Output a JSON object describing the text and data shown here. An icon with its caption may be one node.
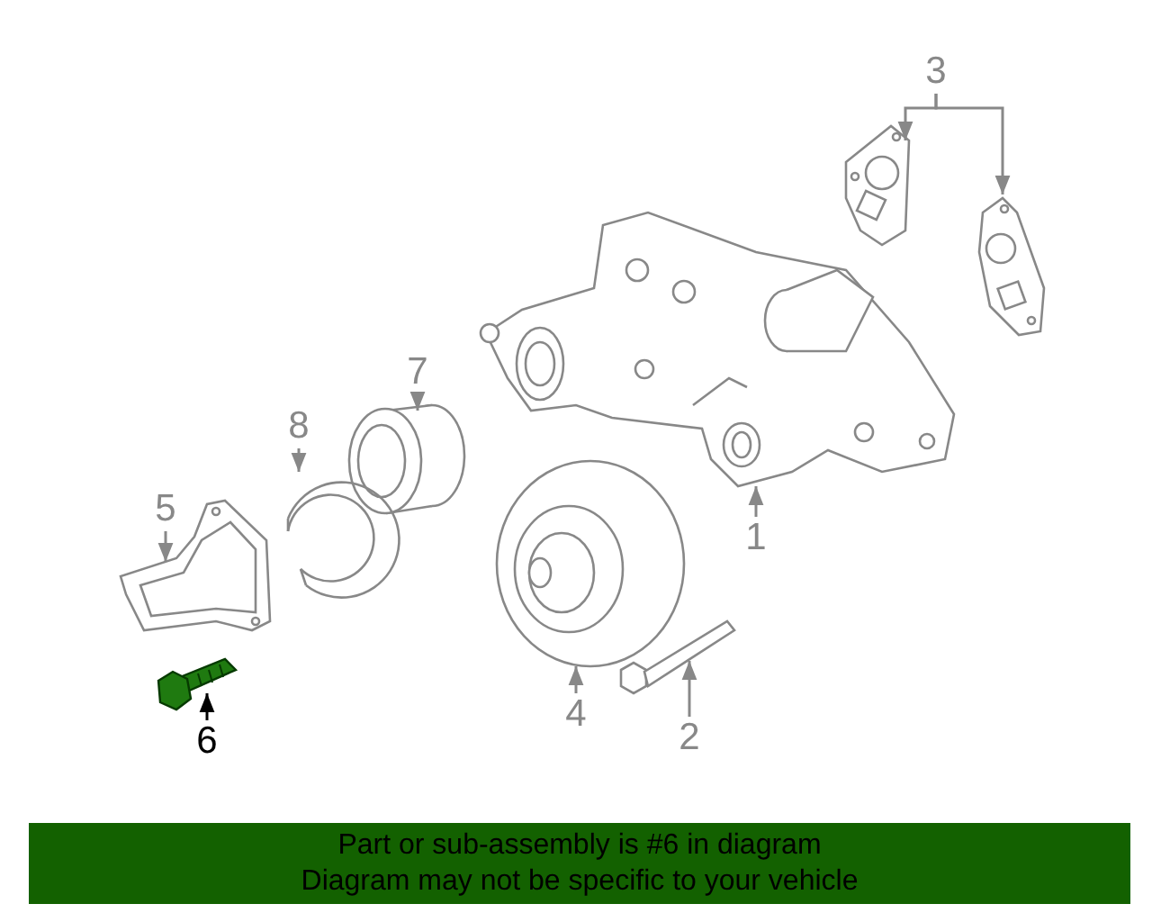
{
  "diagram": {
    "nodes": [
      {
        "text": [
          "3"
        ]
      },
      {
        "text": [],
        "shape": "picture"
      },
      {
        "text": [],
        "shape": "picture"
      },
      {
        "text": [
          "7"
        ]
      },
      {
        "text": [],
        "shape": "picture"
      },
      {
        "text": [
          "8"
        ]
      },
      {
        "text": [],
        "shape": "picture"
      },
      {
        "text": [],
        "shape": "picture"
      },
      {
        "text": [
          "1"
        ]
      },
      {
        "text": [
          "5"
        ]
      },
      {
        "text": [],
        "shape": "picture"
      },
      {
        "text": [],
        "shape": "picture"
      },
      {
        "text": [
          "4"
        ]
      },
      {
        "text": [],
        "shape": "picture"
      },
      {
        "text": [
          "6"
        ]
      },
      {
        "text": [],
        "shape": "picture"
      },
      {
        "text": [
          "2"
        ]
      }
    ],
    "edges": [
      {
        "from": 0,
        "to": 1,
        "arrow": "to"
      },
      {
        "from": 0,
        "to": 2,
        "arrow": "to"
      },
      {
        "from": 3,
        "to": 4,
        "arrow": "to"
      },
      {
        "from": 5,
        "to": 6,
        "arrow": "to"
      },
      {
        "from": 8,
        "to": 7,
        "arrow": "to"
      },
      {
        "from": 9,
        "to": 10,
        "arrow": "to"
      },
      {
        "from": 12,
        "to": 11,
        "arrow": "to"
      },
      {
        "from": 14,
        "to": 13,
        "arrow": "to",
        "color": "#000000"
      },
      {
        "from": 16,
        "to": 15,
        "arrow": "to"
      }
    ],
    "labels": [
      "Part or sub-assembly is #6 in diagram",
      "Diagram may not be specific to your vehicle"
    ]
  }
}
